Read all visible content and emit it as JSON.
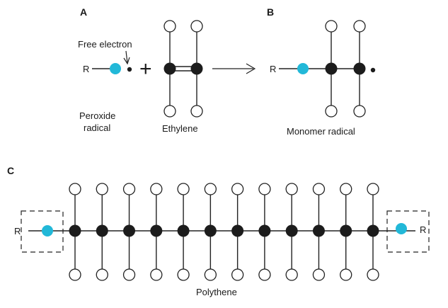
{
  "panels": {
    "a": "A",
    "b": "B",
    "c": "C"
  },
  "labels": {
    "free_electron": "Free electron",
    "r": "R",
    "plus": "+",
    "peroxide_line1": "Peroxide",
    "peroxide_line2": "radical",
    "ethylene": "Ethylene",
    "monomer_radical": "Monomer radical",
    "polythene": "Polythene"
  },
  "colors": {
    "radical": "#22b8d8",
    "carbon": "#1c1c1c",
    "hydrogen_fill": "#ffffff",
    "bond": "#222222"
  },
  "polymer": {
    "carbon_count": 12
  }
}
